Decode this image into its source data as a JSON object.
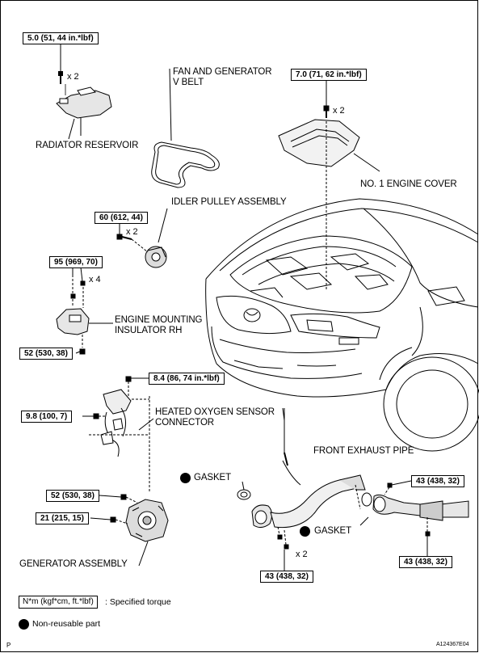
{
  "labels": {
    "radiator_reservoir": "RADIATOR RESERVOIR",
    "fan_belt_line1": "FAN AND GENERATOR",
    "fan_belt_line2": "V BELT",
    "engine_cover": "NO. 1 ENGINE COVER",
    "idler_pulley": "IDLER PULLEY ASSEMBLY",
    "mounting_line1": "ENGINE MOUNTING",
    "mounting_line2": "INSULATOR RH",
    "o2_line1": "HEATED OXYGEN SENSOR",
    "o2_line2": "CONNECTOR",
    "exhaust_pipe": "FRONT EXHAUST PIPE",
    "gasket_left": "GASKET",
    "gasket_right": "GASKET",
    "generator": "GENERATOR ASSEMBLY"
  },
  "torques": {
    "reservoir": "5.0 (51, 44 in.*lbf)",
    "cover": "7.0 (71, 62 in.*lbf)",
    "idler": "60 (612, 44)",
    "mount_top": "95 (969, 70)",
    "mount_bottom": "52 (530, 38)",
    "o2_top": "8.4 (86, 74 in.*lbf)",
    "o2_left": "9.8 (100, 7)",
    "gen_upper": "52 (530, 38)",
    "gen_lower": "21 (215, 15)",
    "exhaust_right_top": "43 (438, 32)",
    "exhaust_right_bottom": "43 (438, 32)",
    "exhaust_bottom": "43 (438, 32)"
  },
  "multipliers": {
    "reservoir": "x 2",
    "cover": "x 2",
    "idler": "x 2",
    "mount": "x 4",
    "exhaust": "x 2"
  },
  "legend": {
    "torque_unit": "N*m (kgf*cm, ft.*lbf)",
    "torque_desc": ": Specified torque",
    "nonreusable_desc": "Non-reusable part"
  },
  "footer": {
    "code_left": "P",
    "code_right": "A124367E04"
  },
  "icons": [
    "bolt-icon",
    "gasket-marker-icon"
  ]
}
